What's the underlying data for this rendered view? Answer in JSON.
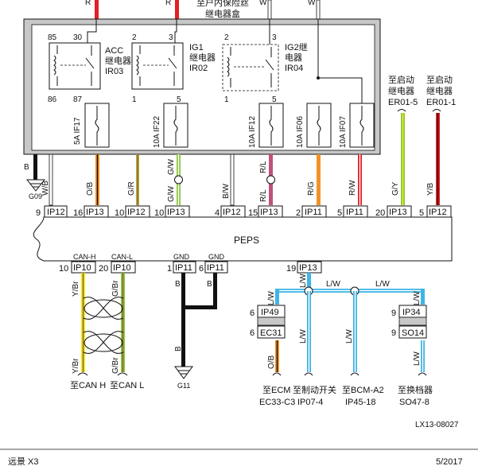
{
  "fuse_box": {
    "top_label_line1": "至户内保险丝",
    "top_label_line2": "继电器盒",
    "top_wire_r1": "R",
    "top_wire_r2": "R",
    "top_wire_w1": "W",
    "top_wire_w2": "W"
  },
  "relays": [
    {
      "name": "ACC",
      "line2": "继电器",
      "id": "IR03",
      "p_tl": "85",
      "p_tr": "30",
      "p_bl": "86",
      "p_br": "87"
    },
    {
      "name": "IG1",
      "line2": "继电器",
      "id": "IR02",
      "p_tl": "2",
      "p_tr": "3",
      "p_bl": "1",
      "p_br": "5"
    },
    {
      "name": "IG2继",
      "line2": "电器",
      "id": "IR04",
      "p_tl": "2",
      "p_tr": "3",
      "p_bl": "1",
      "p_br": "5"
    }
  ],
  "fuses": [
    {
      "rating": "5A",
      "id": "IF17"
    },
    {
      "rating": "10A",
      "id": "IF22"
    },
    {
      "rating": "10A",
      "id": "IF12"
    },
    {
      "rating": "10A",
      "id": "IF06"
    },
    {
      "rating": "10A",
      "id": "IF07"
    }
  ],
  "starter_relays": [
    {
      "line1": "至启动",
      "line2": "继电器",
      "id": "ER01-5"
    },
    {
      "line1": "至启动",
      "line2": "继电器",
      "id": "ER01-1"
    }
  ],
  "ground_top": {
    "wire": "B",
    "id": "G09"
  },
  "wires_top": [
    "W/B",
    "O/B",
    "G/R",
    "G/W",
    "G/W",
    "B/W",
    "R/L",
    "R/L",
    "R/G",
    "R/W",
    "G/Y",
    "Y/B"
  ],
  "peps_top_pins": [
    {
      "pin": "9",
      "conn": "IP12"
    },
    {
      "pin": "16",
      "conn": "IP13"
    },
    {
      "pin": "10",
      "conn": "IP12"
    },
    {
      "pin": "10",
      "conn": "IP13"
    },
    {
      "pin": "4",
      "conn": "IP12"
    },
    {
      "pin": "15",
      "conn": "IP13"
    },
    {
      "pin": "2",
      "conn": "IP11"
    },
    {
      "pin": "5",
      "conn": "IP11"
    },
    {
      "pin": "20",
      "conn": "IP13"
    },
    {
      "pin": "5",
      "conn": "IP12"
    }
  ],
  "module": {
    "name": "PEPS"
  },
  "peps_bottom_pins": [
    {
      "label": "CAN-H",
      "pin": "10",
      "conn": "IP10"
    },
    {
      "label": "CAN-L",
      "pin": "20",
      "conn": "IP10"
    },
    {
      "label": "GND",
      "pin": "1",
      "conn": "IP11"
    },
    {
      "label": "GND",
      "pin": "6",
      "conn": "IP11"
    },
    {
      "label": "",
      "pin": "19",
      "conn": "IP13"
    }
  ],
  "can_wires": {
    "h_top": "Y/Br",
    "l_top": "G/Br",
    "h_bot": "Y/Br",
    "l_bot": "G/Br",
    "h_dest": "至CAN H",
    "l_dest": "至CAN L"
  },
  "ground_bottom": {
    "wire_b1": "B",
    "wire_b2": "B",
    "wire_b3": "B",
    "id": "G11"
  },
  "lw_bus": {
    "wires": [
      "L/W",
      "L/W",
      "L/W",
      "L/W",
      "L/W",
      "L/W",
      "L/W",
      "L/W",
      "O/B"
    ],
    "connectors": [
      {
        "pin": "6",
        "conn": "IP49"
      },
      {
        "pin": "6",
        "conn": "EC31"
      },
      {
        "pin": "9",
        "conn": "IP34"
      },
      {
        "pin": "9",
        "conn": "SO14"
      }
    ],
    "destinations": [
      {
        "line1": "至ECM",
        "line2": "EC33-C3"
      },
      {
        "line1": "至制动开关",
        "line2": "IP07-4"
      },
      {
        "line1": "至BCM-A2",
        "line2": "IP45-18"
      },
      {
        "line1": "至换档器",
        "line2": "SO47-8"
      }
    ]
  },
  "diagram_code": "LX13-08027",
  "footer": {
    "left": "远景 X3",
    "right": "5/2017"
  },
  "colors": {
    "frame_gray": "#c8c8c8",
    "red": "#e41e26",
    "orange": "#f29227",
    "yellow": "#f5ea14",
    "green": "#8cc63f",
    "cyan": "#3fb5e6",
    "pink": "#c0507c",
    "black": "#111111",
    "white_wire": "#ffffff"
  }
}
